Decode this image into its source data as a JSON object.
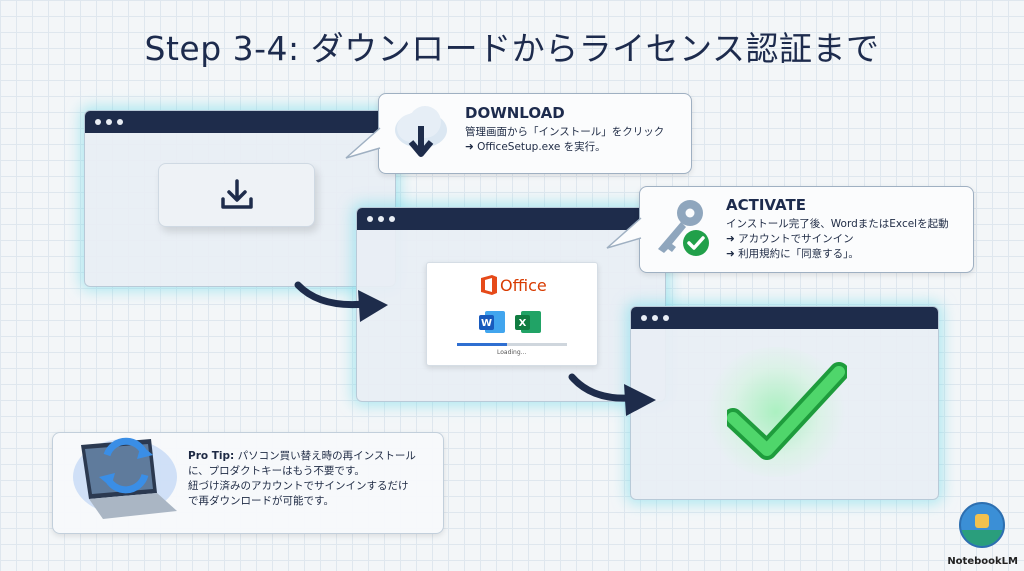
{
  "title": "Step 3-4: ダウンロードからライセンス認証まで",
  "download": {
    "heading": "DOWNLOAD",
    "line1": "管理画面から「インストール」をクリック",
    "line2": "➜ OfficeSetup.exe を実行。"
  },
  "activate": {
    "heading": "ACTIVATE",
    "line1": "インストール完了後、WordまたはExcelを起動",
    "line2": "➜ アカウントでサインイン",
    "line3": "➜ 利用規約に「同意する」。"
  },
  "office": {
    "label": "Office",
    "loading": "Loading...",
    "progress": 0.45
  },
  "tip": {
    "label": "Pro Tip:",
    "line1": " パソコン買い替え時の再インストール",
    "line2": "に、プロダクトキーはもう不要です。",
    "line3": "紐づけ済みのアカウントでサインインするだけ",
    "line4": "で再ダウンロードが可能です。"
  },
  "brand": "NotebookLM",
  "icons": [
    "download-icon",
    "cloud-download-icon",
    "key-check-icon",
    "word-icon",
    "excel-icon",
    "checkmark-icon",
    "laptop-sync-icon",
    "badge-logo"
  ]
}
